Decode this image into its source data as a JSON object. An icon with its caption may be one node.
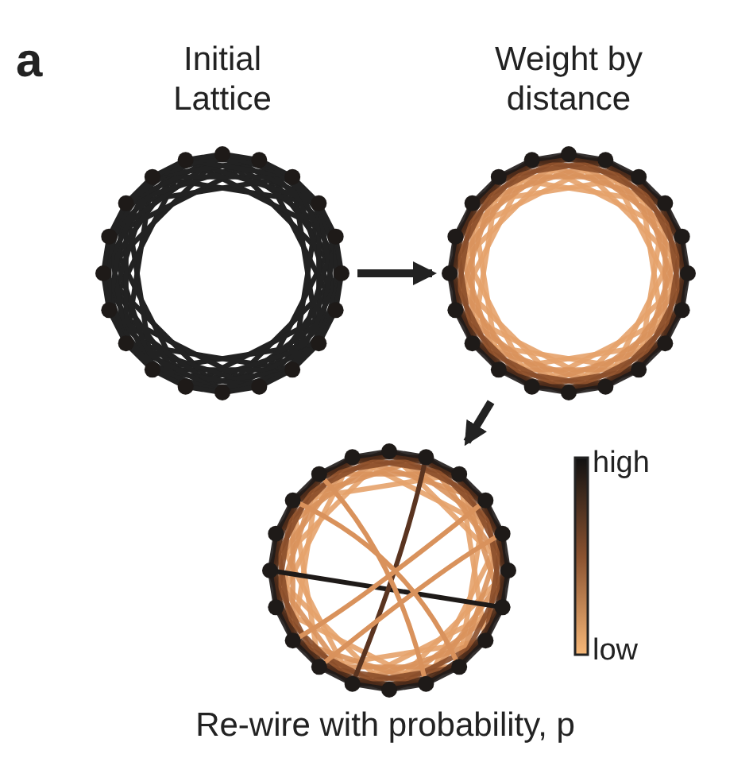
{
  "diagram": {
    "nodes": [
      {
        "text": [
          "Initial Lattice"
        ]
      },
      {
        "text": [
          "Weight by distance"
        ]
      },
      {
        "text": [
          "Re-wire with probability, p"
        ]
      }
    ],
    "edges": [
      {
        "from": 0,
        "to": 1,
        "arrow": "to"
      },
      {
        "from": 1,
        "to": 2,
        "arrow": "to"
      }
    ],
    "labels": [
      "a",
      "high",
      "low"
    ]
  }
}
